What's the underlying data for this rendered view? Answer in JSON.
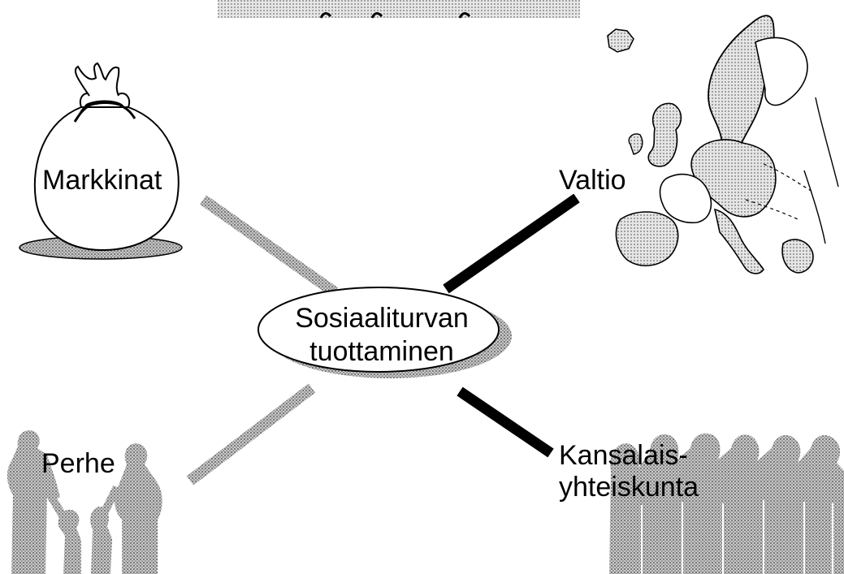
{
  "center": {
    "line1": "Sosiaaliturvan",
    "line2": "tuottaminen"
  },
  "labels": {
    "markets": "Markkinat",
    "state": "Valtio",
    "family": "Perhe",
    "civil_society_line1": "Kansalais-",
    "civil_society_line2": "yhteiskunta"
  },
  "colors": {
    "ink": "#000000",
    "halftone": "#a8a8a8",
    "background": "#ffffff"
  }
}
